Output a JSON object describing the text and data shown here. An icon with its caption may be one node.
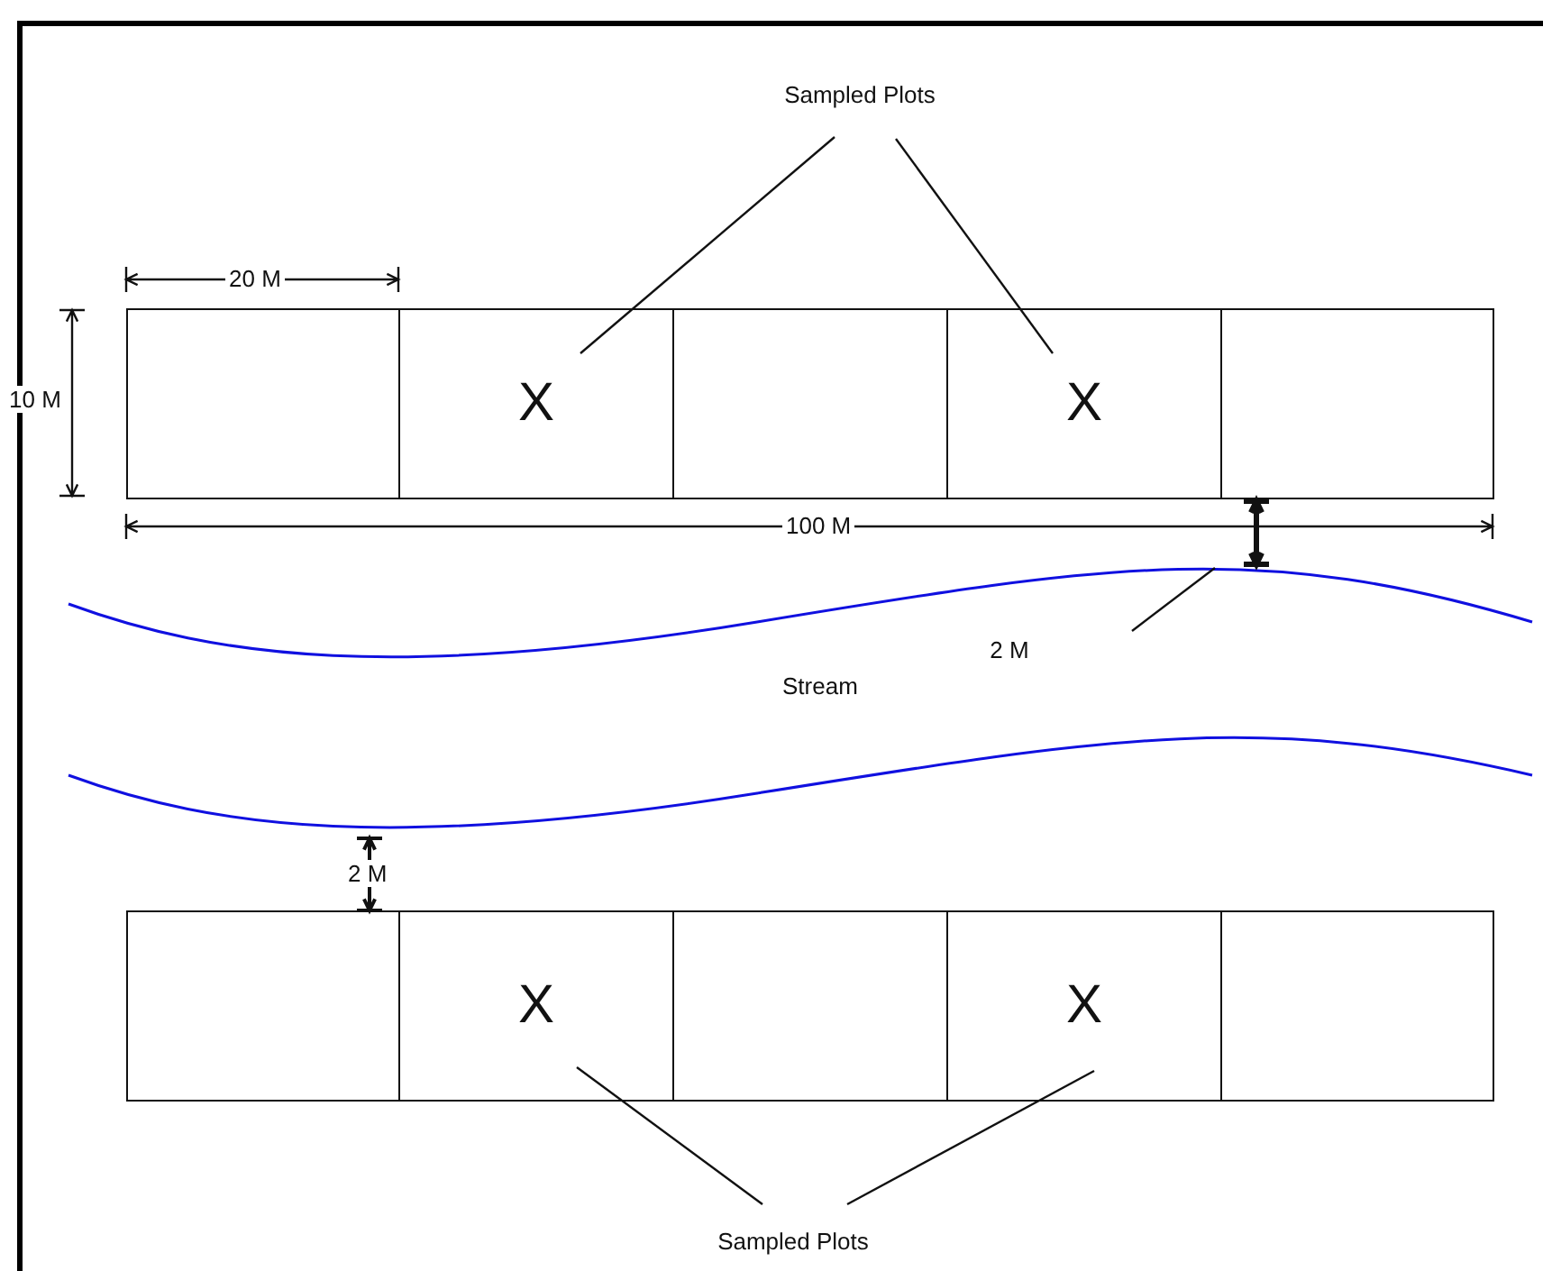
{
  "diagram": {
    "nodes": [
      {
        "text": [
          "Sampled Plots"
        ]
      },
      {
        "text": [],
        "shape": "box"
      },
      {
        "text": [
          "X"
        ]
      },
      {
        "text": [],
        "shape": "box"
      },
      {
        "text": [
          "X"
        ]
      },
      {
        "text": [],
        "shape": "box"
      },
      {
        "text": [
          "2 M"
        ]
      },
      {
        "text": [],
        "shape": "box"
      },
      {
        "text": [
          "X"
        ]
      },
      {
        "text": [],
        "shape": "box"
      },
      {
        "text": [
          "X"
        ]
      },
      {
        "text": [],
        "shape": "box"
      },
      {
        "text": [
          "Sampled Plots"
        ]
      }
    ],
    "edges": [
      {
        "from": 0,
        "to": 2,
        "arrow": "none"
      },
      {
        "from": 0,
        "to": 4,
        "arrow": "none"
      },
      {
        "from": 6,
        "to": null,
        "arrow": "none"
      },
      {
        "from": 12,
        "to": 8,
        "arrow": "none"
      },
      {
        "from": 12,
        "to": 10,
        "arrow": "none"
      }
    ],
    "labels": [
      "20 M",
      "10 M",
      "100 M",
      "Stream",
      "2 M"
    ]
  }
}
